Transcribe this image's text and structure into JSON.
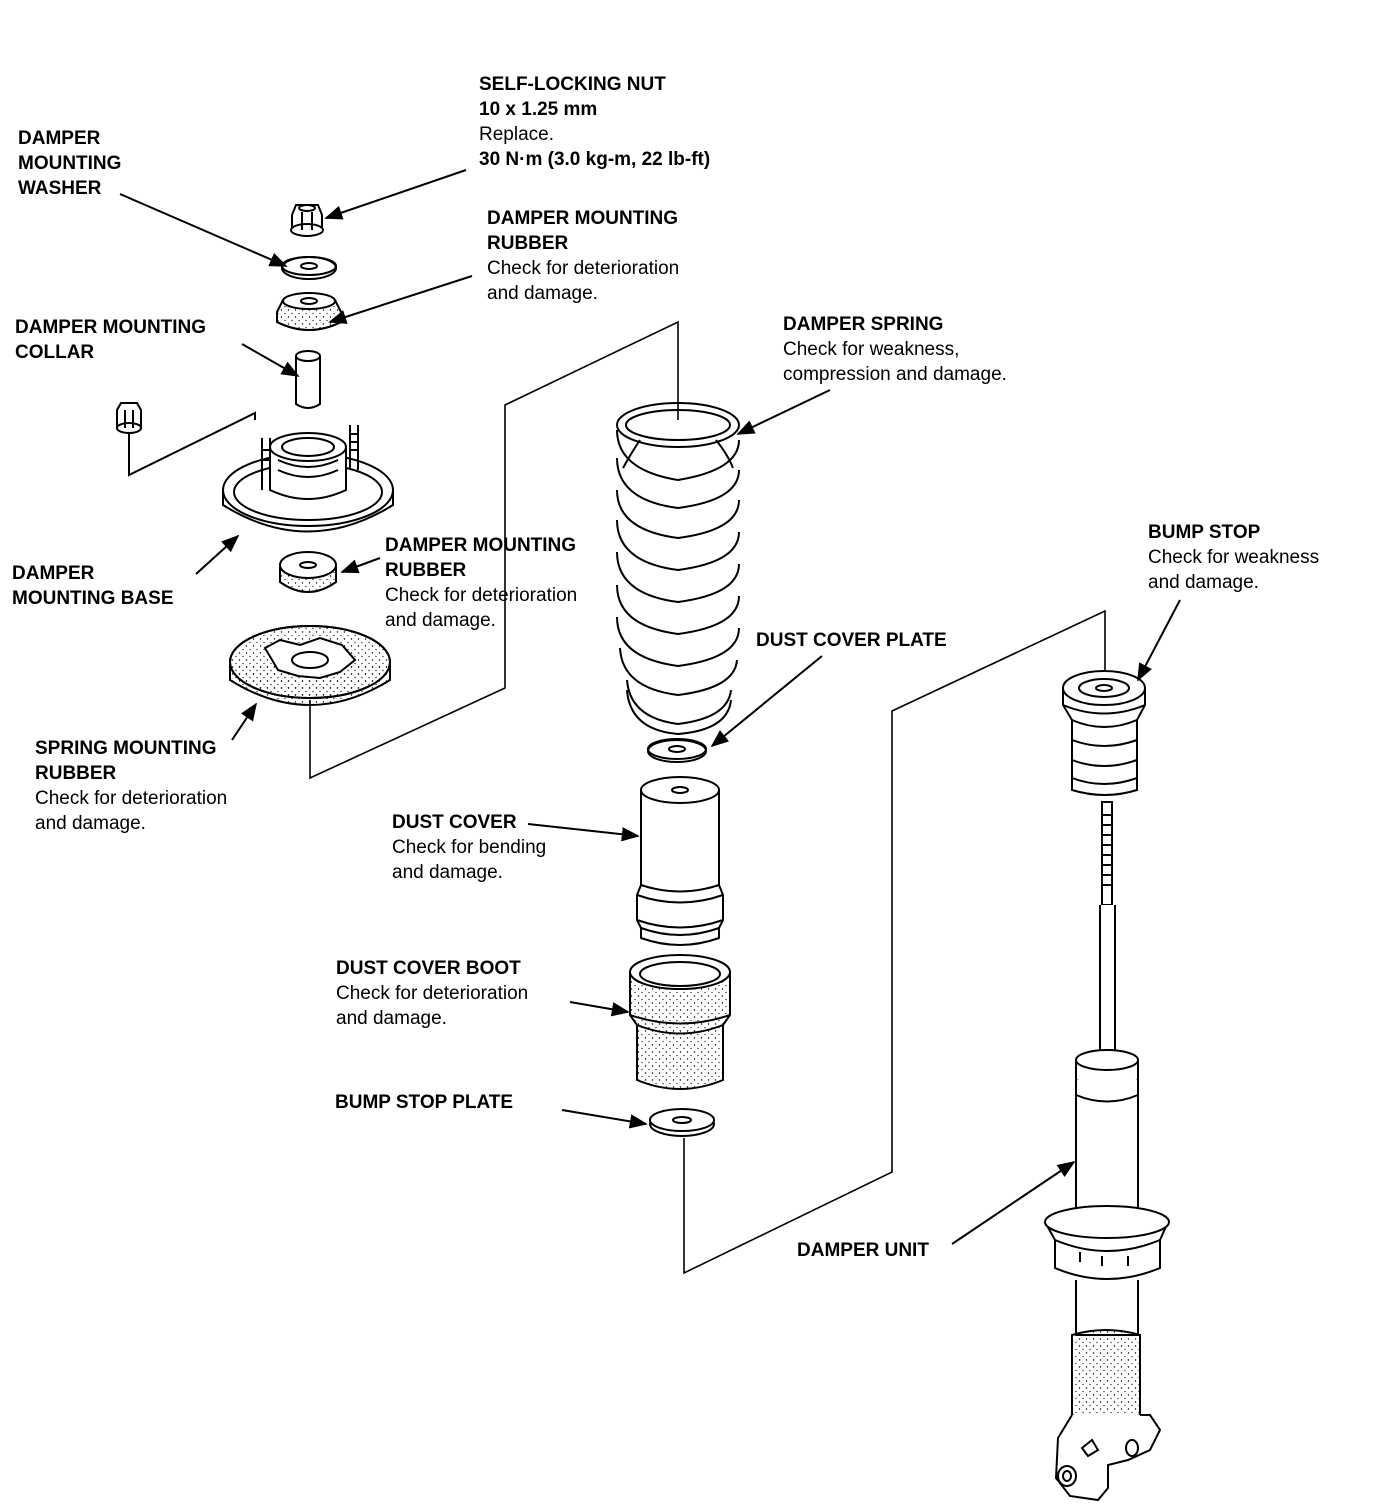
{
  "labels": {
    "self_locking_nut": {
      "title": "SELF-LOCKING NUT",
      "size": "10 x 1.25 mm",
      "note1": "Replace.",
      "torque": "30 N·m (3.0 kg-m, 22 lb-ft)"
    },
    "damper_mounting_washer": {
      "line1": "DAMPER",
      "line2": "MOUNTING",
      "line3": "WASHER"
    },
    "damper_mounting_rubber_upper": {
      "title1": "DAMPER MOUNTING",
      "title2": "RUBBER",
      "note1": "Check for deterioration",
      "note2": "and damage."
    },
    "damper_mounting_collar": {
      "line1": "DAMPER MOUNTING",
      "line2": "COLLAR"
    },
    "damper_spring": {
      "title": "DAMPER SPRING",
      "note1": "Check for weakness,",
      "note2": "compression and damage."
    },
    "damper_mounting_rubber_lower": {
      "title1": "DAMPER MOUNTING",
      "title2": "RUBBER",
      "note1": "Check for deterioration",
      "note2": "and damage."
    },
    "damper_mounting_base": {
      "line1": "DAMPER",
      "line2": "MOUNTING BASE"
    },
    "bump_stop": {
      "title": "BUMP STOP",
      "note1": "Check for weakness",
      "note2": "and damage."
    },
    "dust_cover_plate": {
      "title": "DUST COVER PLATE"
    },
    "spring_mounting_rubber": {
      "title1": "SPRING MOUNTING",
      "title2": "RUBBER",
      "note1": "Check for deterioration",
      "note2": "and damage."
    },
    "dust_cover": {
      "title": "DUST COVER",
      "note1": "Check for bending",
      "note2": "and damage."
    },
    "dust_cover_boot": {
      "title": "DUST COVER BOOT",
      "note1": "Check for deterioration",
      "note2": "and damage."
    },
    "bump_stop_plate": {
      "title": "BUMP STOP PLATE"
    },
    "damper_unit": {
      "title": "DAMPER UNIT"
    }
  }
}
